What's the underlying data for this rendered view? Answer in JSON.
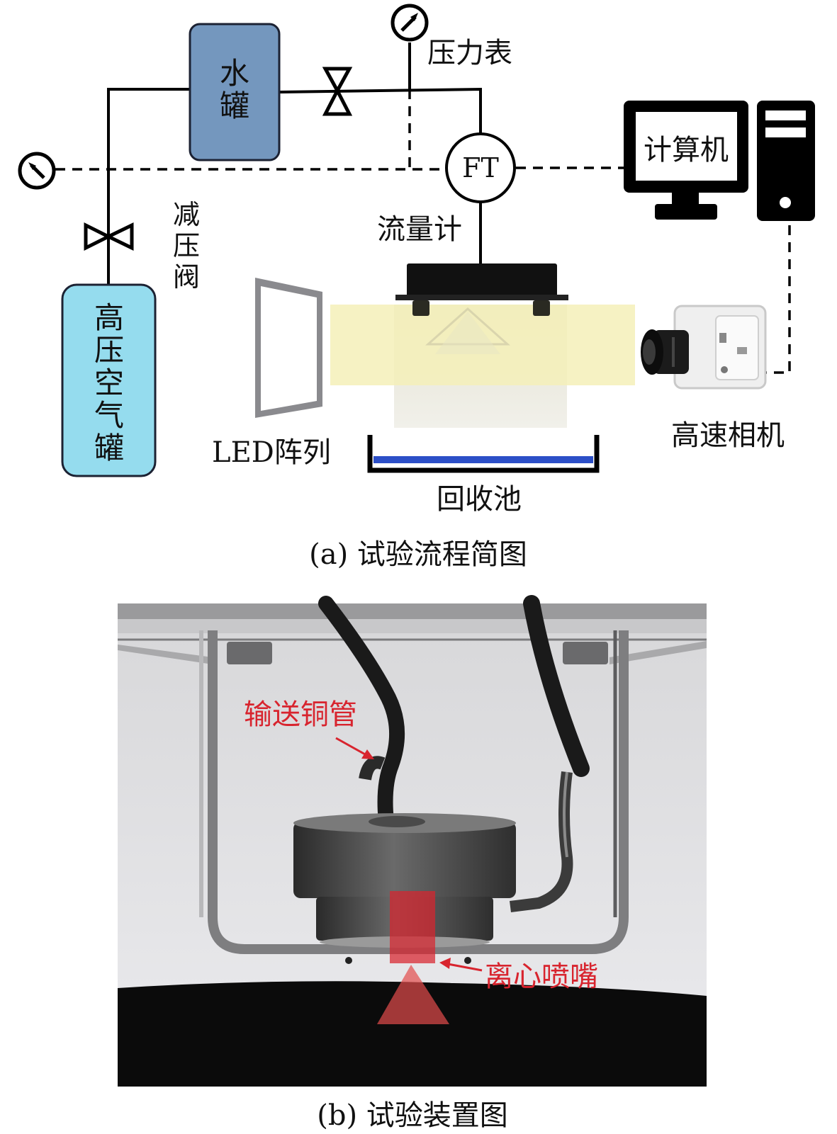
{
  "panel_a": {
    "water_tank": [
      "水",
      "罐"
    ],
    "pressure_gauge": "压力表",
    "flow_meter_symbol": "FT",
    "flow_meter": "流量计",
    "computer": "计算机",
    "pressure_reducing_valve": [
      "减",
      "压",
      "阀"
    ],
    "air_tank": [
      "高",
      "压",
      "空",
      "气",
      "罐"
    ],
    "led_array": "LED阵列",
    "high_speed_camera": "高速相机",
    "recovery_pool": "回收池",
    "caption": "(a) 试验流程简图"
  },
  "panel_b": {
    "copper_pipe": "输送铜管",
    "centrifugal_nozzle": "离心喷嘴",
    "caption": "(b) 试验装置图"
  },
  "colors": {
    "water_tank_fill": "#7497be",
    "air_tank_fill": "#95dcee",
    "annotation_red": "#d8242e",
    "light_sheet": "#f4f0b8",
    "pool_water": "#2c4fc7"
  }
}
